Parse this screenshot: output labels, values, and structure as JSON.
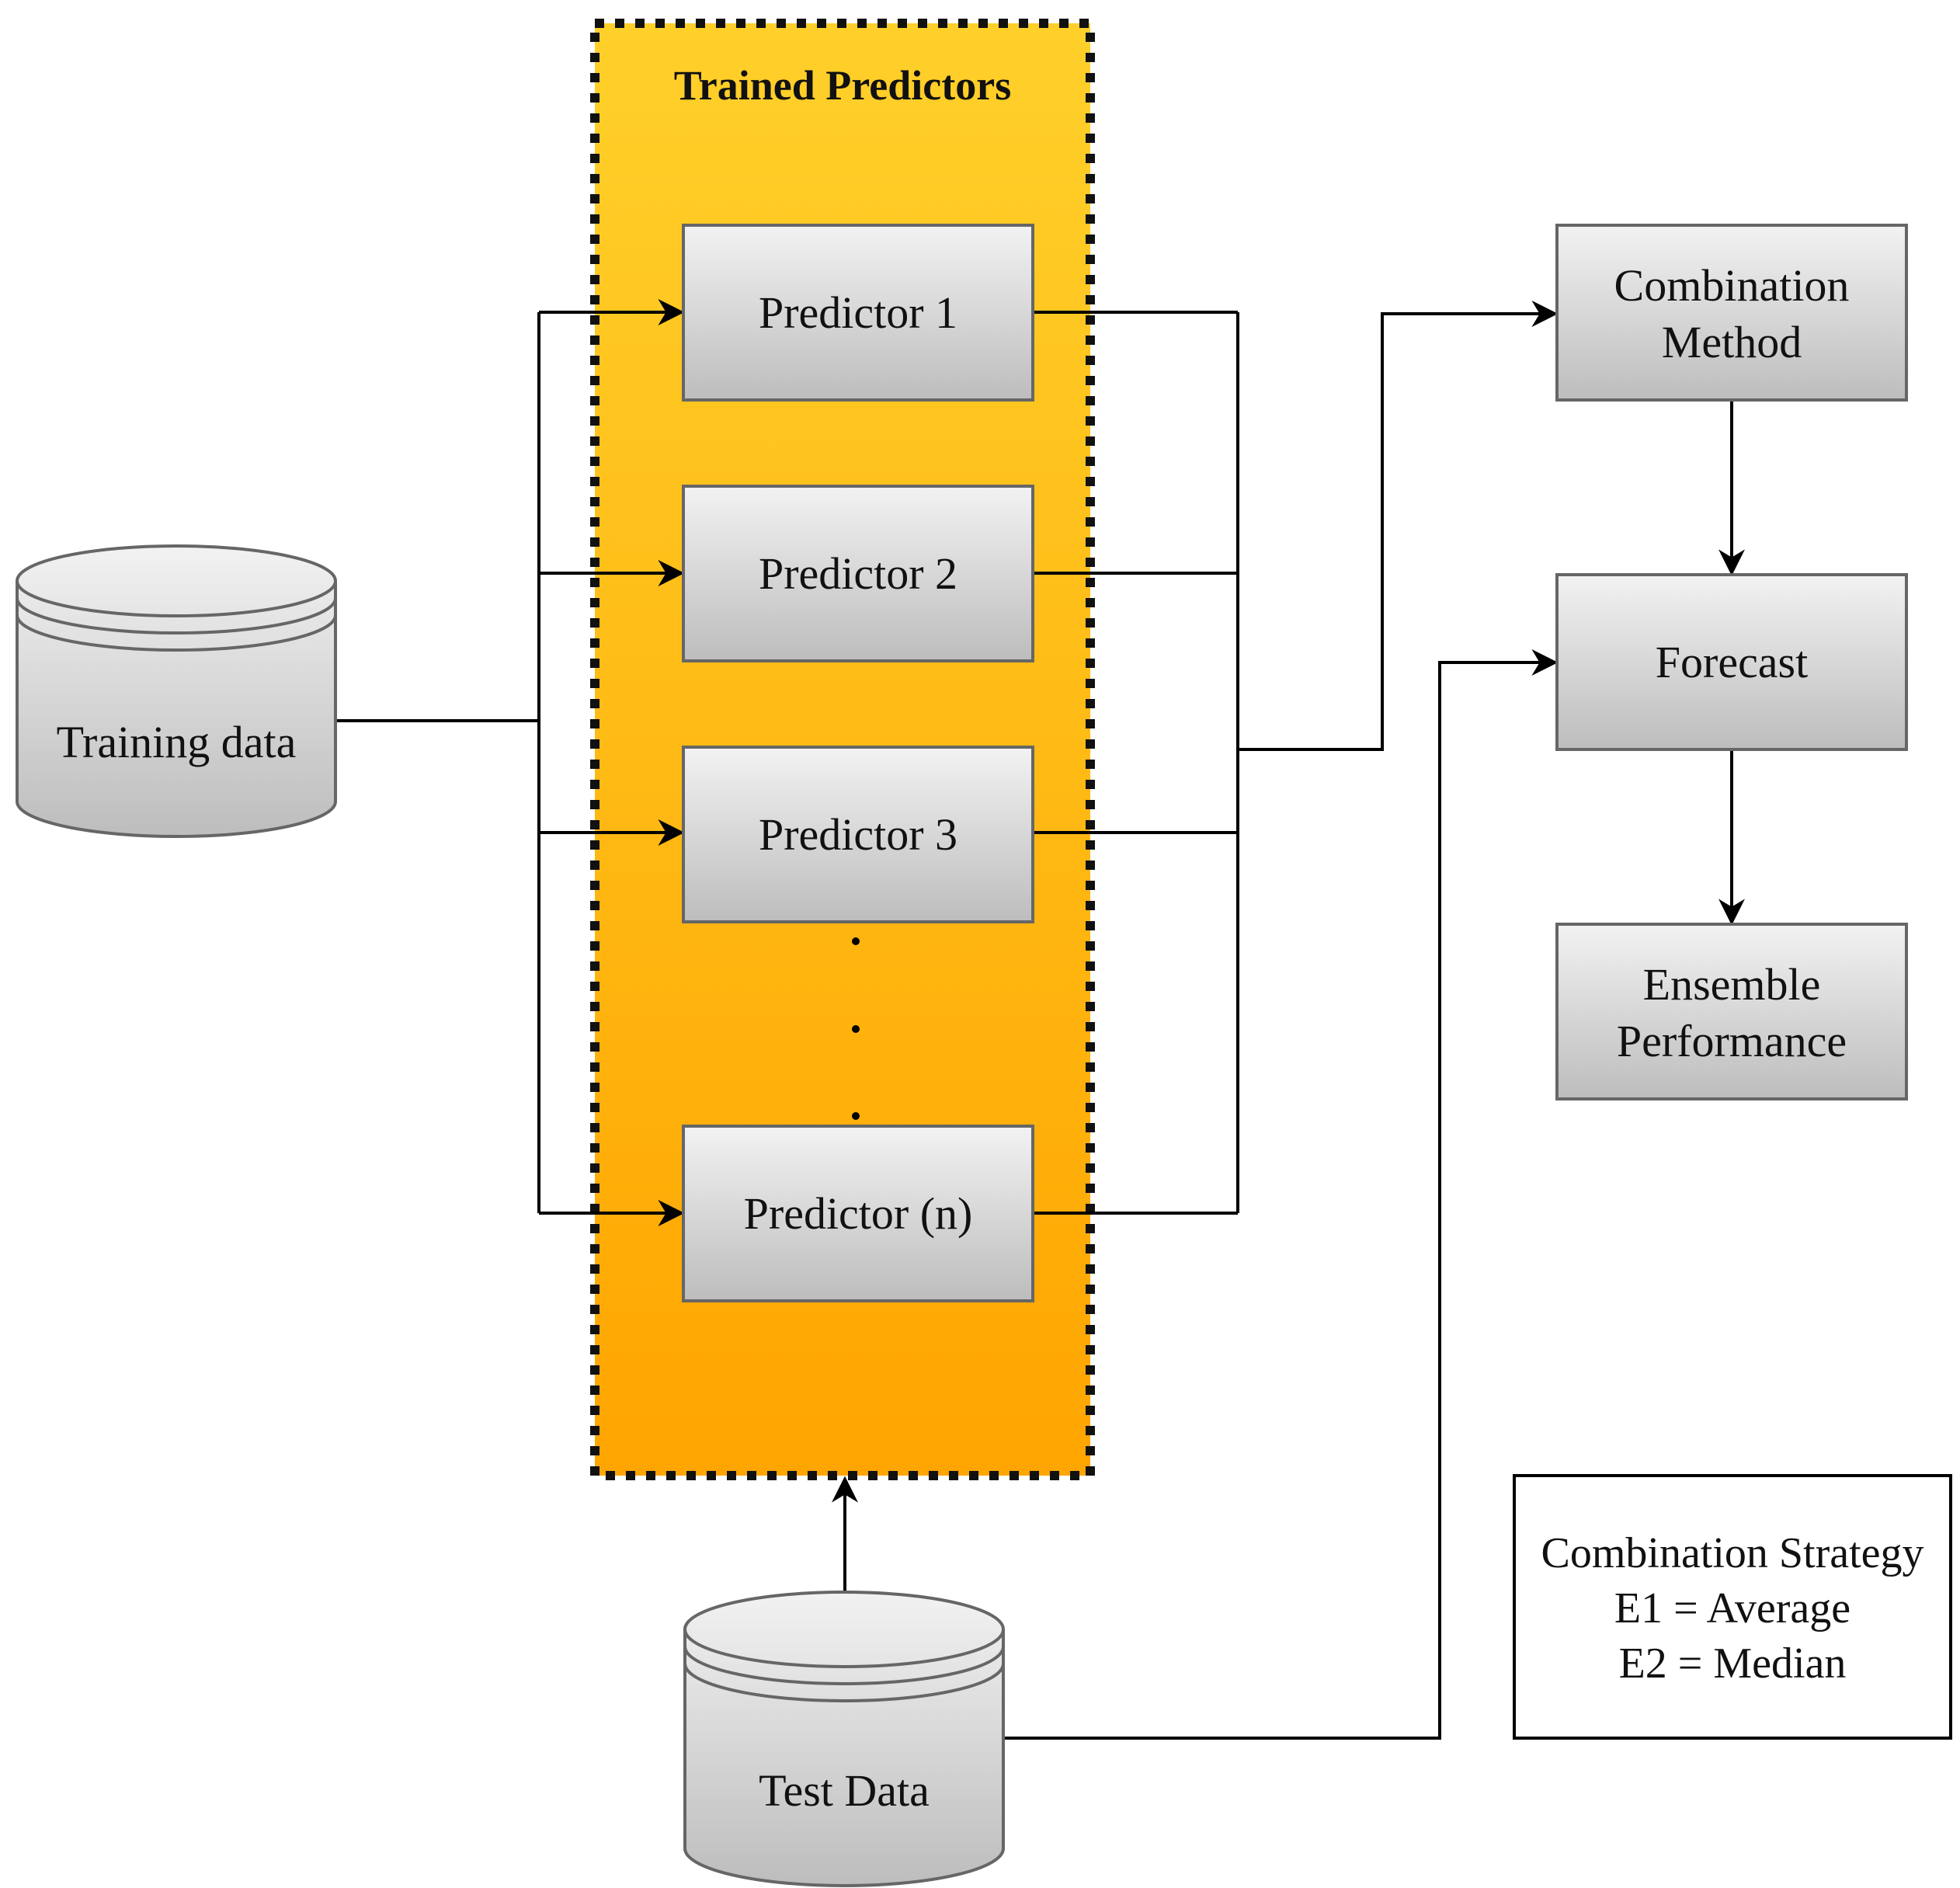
{
  "diagram": {
    "group": {
      "title": "Trained Predictors",
      "fill_top": "#FFD02A",
      "fill_bottom": "#FFA500",
      "border": "#111111"
    },
    "nodes": {
      "training_data": {
        "label": "Training data",
        "shape": "cylinder"
      },
      "predictor_1": {
        "label": "Predictor 1"
      },
      "predictor_2": {
        "label": "Predictor 2"
      },
      "predictor_3": {
        "label": "Predictor 3"
      },
      "predictor_n": {
        "label": "Predictor (n)"
      },
      "combination_method": {
        "lines": [
          "Combination",
          "Method"
        ]
      },
      "forecast": {
        "label": "Forecast"
      },
      "ensemble_performance": {
        "lines": [
          "Ensemble",
          "Performance"
        ]
      },
      "test_data": {
        "label": "Test Data",
        "shape": "cylinder"
      }
    },
    "legend": {
      "lines": [
        "Combination Strategy",
        "E1 = Average",
        "E2 = Median"
      ]
    },
    "edges": [
      {
        "from": "training_data",
        "to": "predictor_1"
      },
      {
        "from": "training_data",
        "to": "predictor_2"
      },
      {
        "from": "training_data",
        "to": "predictor_3"
      },
      {
        "from": "training_data",
        "to": "predictor_n"
      },
      {
        "from": "predictor_1",
        "to": "combination_method"
      },
      {
        "from": "predictor_2",
        "to": "combination_method"
      },
      {
        "from": "predictor_3",
        "to": "combination_method"
      },
      {
        "from": "predictor_n",
        "to": "combination_method"
      },
      {
        "from": "combination_method",
        "to": "forecast"
      },
      {
        "from": "forecast",
        "to": "ensemble_performance"
      },
      {
        "from": "test_data",
        "to": "group"
      },
      {
        "from": "test_data",
        "to": "forecast"
      }
    ],
    "colors": {
      "box_top": "#F2F2F2",
      "box_bottom": "#BDBDBD",
      "box_border": "#666666",
      "line": "#000000"
    }
  }
}
